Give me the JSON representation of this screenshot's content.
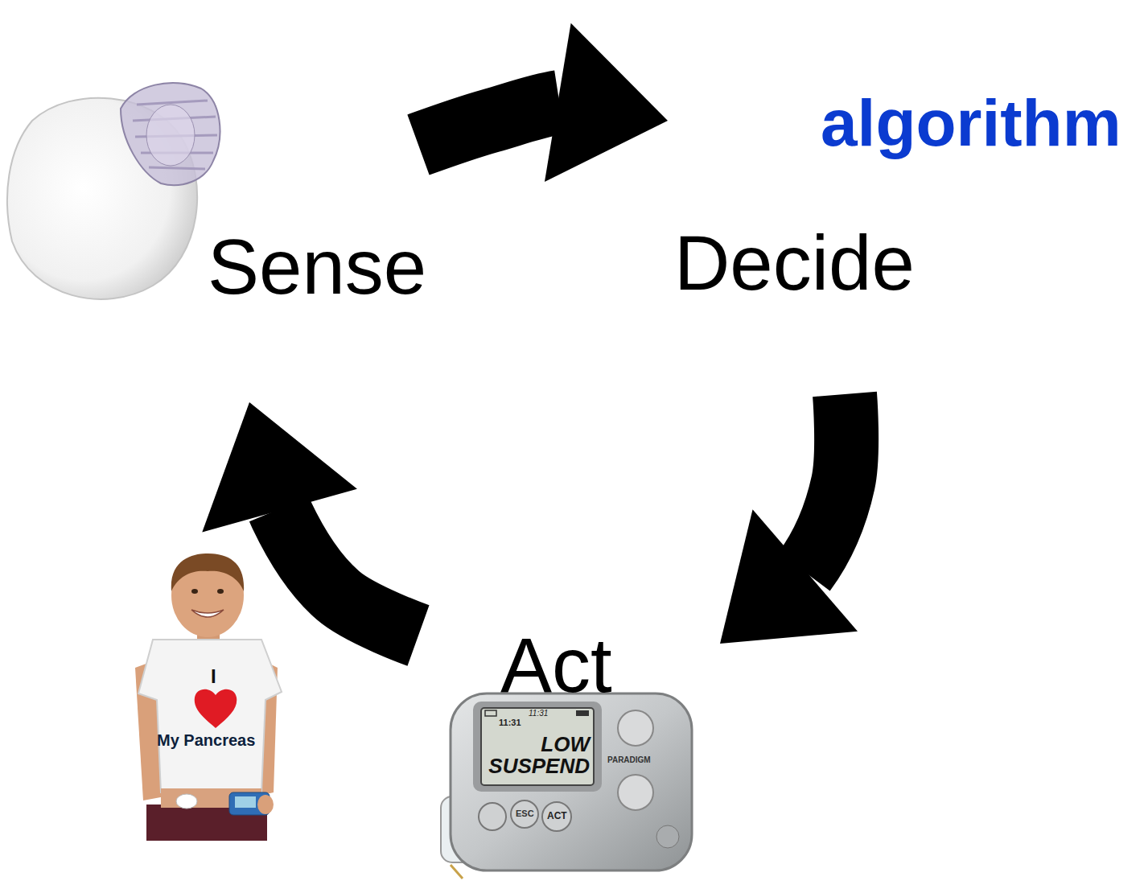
{
  "diagram": {
    "nodes": [
      {
        "text": [
          "Sense"
        ]
      },
      {
        "text": [
          "Decide"
        ]
      },
      {
        "text": [
          "Act"
        ]
      }
    ],
    "edges": [
      {
        "from": 0,
        "to": 1,
        "arrow": "to"
      },
      {
        "from": 1,
        "to": 2,
        "arrow": "to"
      },
      {
        "from": 2,
        "to": 0,
        "arrow": "to"
      }
    ],
    "labels": [
      "algorithm",
      "I",
      "My Pancreas",
      "11:31",
      "11:31",
      "LOW SUSPEND",
      "PARADIGM",
      "ESC",
      "ACT"
    ]
  }
}
